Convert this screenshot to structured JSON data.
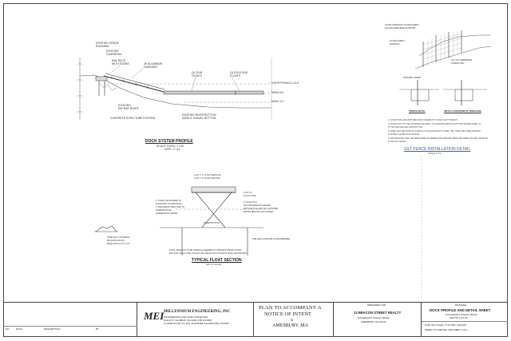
{
  "profile": {
    "title": "DOCK SYSTEM PROFILE",
    "scale_lines": [
      "SCALE:  HORIZ. 1\"=10'",
      "VERT.  1\"=10'"
    ],
    "labels": {
      "existing_grade": "EXISTING GRADE",
      "roadway": "ROADWAY",
      "existing_guardrail_1": "EXISTING",
      "existing_guardrail_2": "GUARDRAIL",
      "deck_1": "8'x8' DECK",
      "deck_2": "WITH STAIRS",
      "gangway_1": "25' ALUMINUM",
      "gangway_2": "GANGWAY",
      "floats_a_1": "(3) 20'x8'",
      "floats_a_2": "FLOATS",
      "floats_b_1": "(1) 8'X16' END",
      "floats_b_2": "FLOATS",
      "fema": "100YR FEMA EL=11.5",
      "mhw": "MHW=9.6",
      "mlw": "MLW=-2.0",
      "riprap_1": "EXISTING",
      "riprap_2": "RIP-RAP SLOPE",
      "footing": "CONCRETE SONO-TUBE FOOTING",
      "river_bottom_1": "EXISTING RIVER BOTTOM",
      "river_bottom_2": "SAND & GRAVEL BOTTOM"
    }
  },
  "float_section": {
    "title": "TYPICAL FLOAT SECTION",
    "scale": "NOT TO SCALE",
    "labels": {
      "tl1": "2-3/4\" X 6\" FLOAT DECKING",
      "tl2": "2-3/4\" X 6\" FLOAT BOLTING",
      "ml1": "3\" CHAIN GALVANIZED TO",
      "ml2": "STAINLESS TURNBUCKLE",
      "ml3": "1\" EXPANSION WELL AND TO",
      "ml4": "RIVER BOTTOM",
      "ml5": "FRAME DOCK FRAME",
      "tr1": "3\"X6\" P.T.",
      "tr2": "FLOAT STOP",
      "rr1": "CYCLE PUSH",
      "rr2": "NOT REQUIRED IN WHERE",
      "rr3": "BOTTOM OF FLOAT IS 2' OR MORE",
      "rr4": "WATER (BELOW LOW WATER)",
      "river_bottom": "RIVER BOTTOM",
      "anchor_note": "*USE HELIX ANCHOR AS DETERMINED",
      "block_1": "*PRECAST CONCRETE",
      "block_2": "MOORING BLOCK",
      "block_3": "BASE WIDTH 2.5' X 2.5'",
      "note_1": "NOTE: WEIGHTS TO BE ADDED AS NEEDED TO PREVENT FROM LIFTING",
      "note_2": "BOTTOM OF ALL TIDE STOCKS OR USE ELASTIC RODE IN SHALLOW WATERS"
    }
  },
  "silt_fence": {
    "title": "SILT FENCE INSTALLATION DETAIL",
    "scale": "SCALE: N.T.S.",
    "labels": {
      "a1": "STAKE STRENGTH FILTER FABRIC",
      "a2": "WOVEN WIRE MESH SUPPORT",
      "b1": "FILTER FABRIC",
      "b2": "MATERIAL",
      "c1": "ALL SILT MEMBRANE",
      "c2": "COMPACTED",
      "d1": "FINISHED GRADE",
      "e1": "TRENCH DETAIL",
      "f1": "INSTALLATION REMOVE TRENCHING"
    },
    "notes": [
      "1. FILTER SHALL BE ANCHORED AND COVERED BY FILTER CLOTH TRENCH.",
      "2. FILTER CLOTH TO BE FASTENED SECURELY TO SUPPORT WRITING WITH TIES SPACED EVERY 24\"",
      "   AT TOP AND MIDSTEAL AND BOTTOM.",
      "3. WHEN TWO SECTIONS OF FILTER CLOTH ADJOIN EACH OTHER, THEY SHALL BE OVERLAPPED BY",
      "   6 INCHES, FOLDED AND STAPLED.",
      "4. MAINTENANCE SHALL BE PERFORMED AS NEEDED AND MATERIAL REMOVED WHEN \"BULGES\" DEVELOP",
      "   IN THE SILT FENCE."
    ]
  },
  "title_block": {
    "revisions_header": [
      "NO.",
      "DATE",
      "DESCRIPTION",
      "BY"
    ],
    "firm_logo": "MEI",
    "firm_name": "MILLENNIUM ENGINEERING, INC",
    "firm_sub": "ENGINEERING AND LAND SURVEYING",
    "firm_addr_1": "62 ELM ST. SALISBURY, MA 01952  (978) 463-8980",
    "firm_addr_2": "13 HAMPTON RD. P.O. BOX 745  EXETER, NH 03833  (603) 778-0528",
    "plan_title_1": "PLAN TO ACCOMPANY A",
    "plan_title_2": "NOTICE OF INTENT",
    "plan_title_3": "IN",
    "plan_title_4": "AMESBURY, MA",
    "prepared_for": "PREPARED FOR",
    "client_1": "13 BEACON STREET REALTY",
    "client_2": "8 PLEASANT VALLEY ROAD",
    "client_3": "AMESBURY, MA  01913",
    "sheet_label": "DRAWING",
    "sheet_title": "DOCK PROFILE AND DETAIL SHEET",
    "sheet_sub_1": "8 PLEASANT VALLEY ROAD",
    "sheet_sub_2": "MAP 56, LOT 23",
    "info_row_1": "DATE: 2012   SCALE: 1\"=10'   PROJ: 2012-065",
    "info_row_2": "DRAWN: TP   CHECKED: JMW   SHEET: 2 OF 2"
  }
}
